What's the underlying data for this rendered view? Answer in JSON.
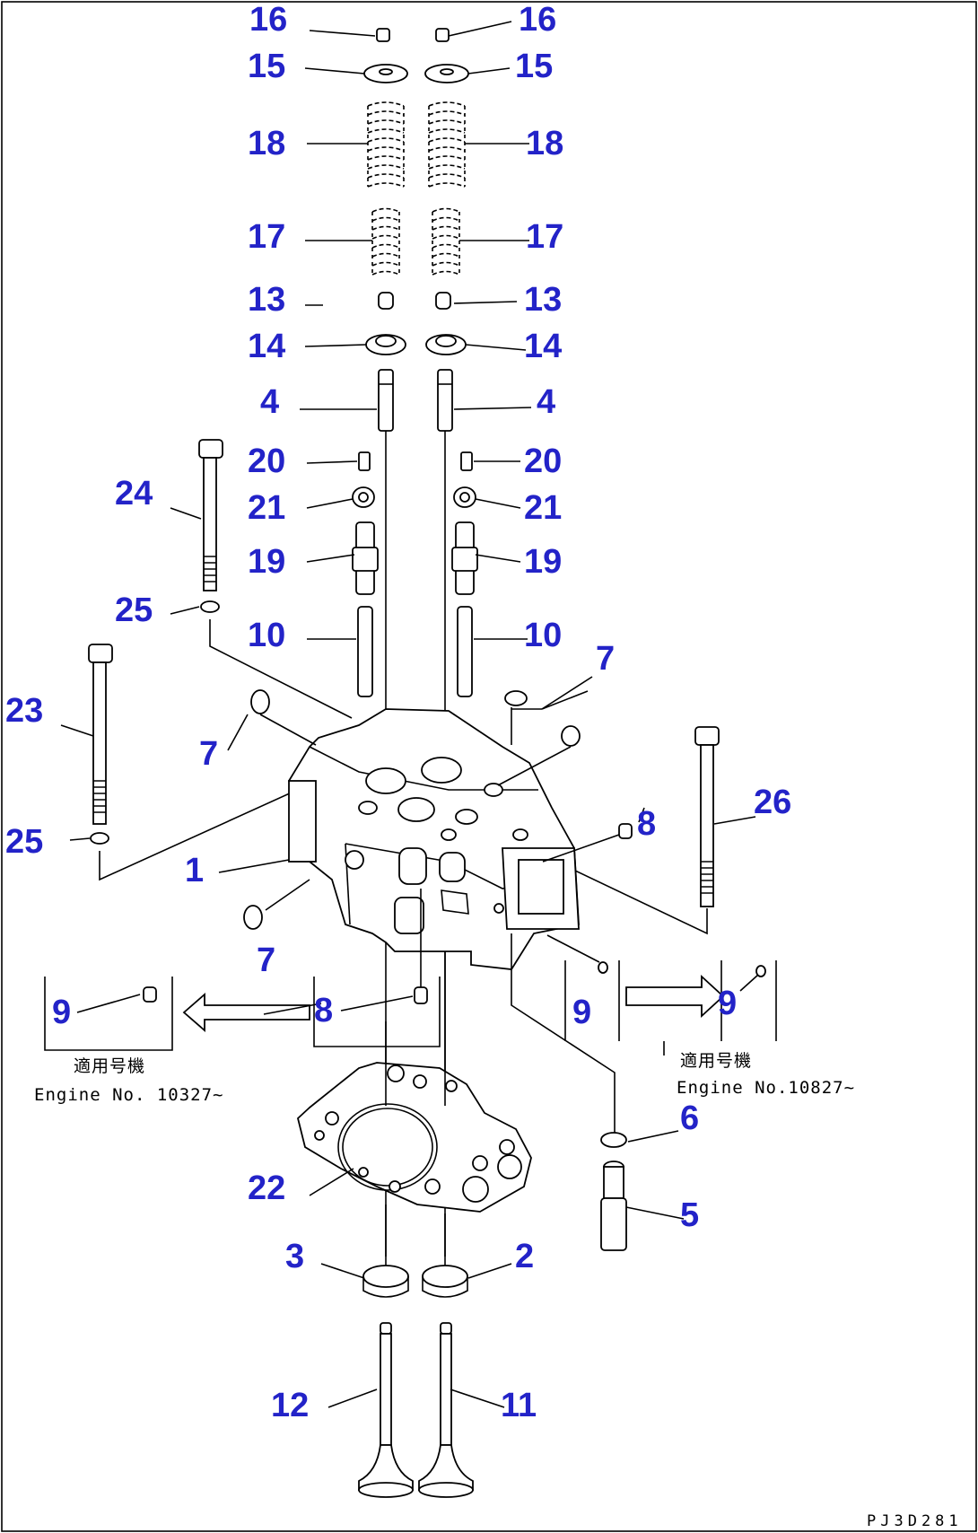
{
  "diagram": {
    "drawing_code": "PJ3D281",
    "callouts": [
      {
        "id": "16l",
        "text": "16"
      },
      {
        "id": "16r",
        "text": "16"
      },
      {
        "id": "15l",
        "text": "15"
      },
      {
        "id": "15r",
        "text": "15"
      },
      {
        "id": "18l",
        "text": "18"
      },
      {
        "id": "18r",
        "text": "18"
      },
      {
        "id": "17l",
        "text": "17"
      },
      {
        "id": "17r",
        "text": "17"
      },
      {
        "id": "13l",
        "text": "13"
      },
      {
        "id": "13r",
        "text": "13"
      },
      {
        "id": "14l",
        "text": "14"
      },
      {
        "id": "14r",
        "text": "14"
      },
      {
        "id": "4l",
        "text": "4"
      },
      {
        "id": "4r",
        "text": "4"
      },
      {
        "id": "20l",
        "text": "20"
      },
      {
        "id": "20r",
        "text": "20"
      },
      {
        "id": "21l",
        "text": "21"
      },
      {
        "id": "21r",
        "text": "21"
      },
      {
        "id": "19l",
        "text": "19"
      },
      {
        "id": "19r",
        "text": "19"
      },
      {
        "id": "10l",
        "text": "10"
      },
      {
        "id": "10r",
        "text": "10"
      },
      {
        "id": "24",
        "text": "24"
      },
      {
        "id": "25a",
        "text": "25"
      },
      {
        "id": "7a",
        "text": "7"
      },
      {
        "id": "7b",
        "text": "7"
      },
      {
        "id": "7c",
        "text": "7"
      },
      {
        "id": "23",
        "text": "23"
      },
      {
        "id": "26",
        "text": "26"
      },
      {
        "id": "8a",
        "text": "8"
      },
      {
        "id": "8b",
        "text": "8"
      },
      {
        "id": "25b",
        "text": "25"
      },
      {
        "id": "1",
        "text": "1"
      },
      {
        "id": "9a",
        "text": "9"
      },
      {
        "id": "9b",
        "text": "9"
      },
      {
        "id": "9c",
        "text": "9"
      },
      {
        "id": "6",
        "text": "6"
      },
      {
        "id": "5",
        "text": "5"
      },
      {
        "id": "22",
        "text": "22"
      },
      {
        "id": "3",
        "text": "3"
      },
      {
        "id": "2",
        "text": "2"
      },
      {
        "id": "12",
        "text": "12"
      },
      {
        "id": "11",
        "text": "11"
      }
    ],
    "notes": {
      "left_applicable": "適用号機",
      "left_engine": "Engine No. 10327~",
      "right_applicable": "適用号機",
      "right_engine": "Engine No.10827~"
    }
  }
}
